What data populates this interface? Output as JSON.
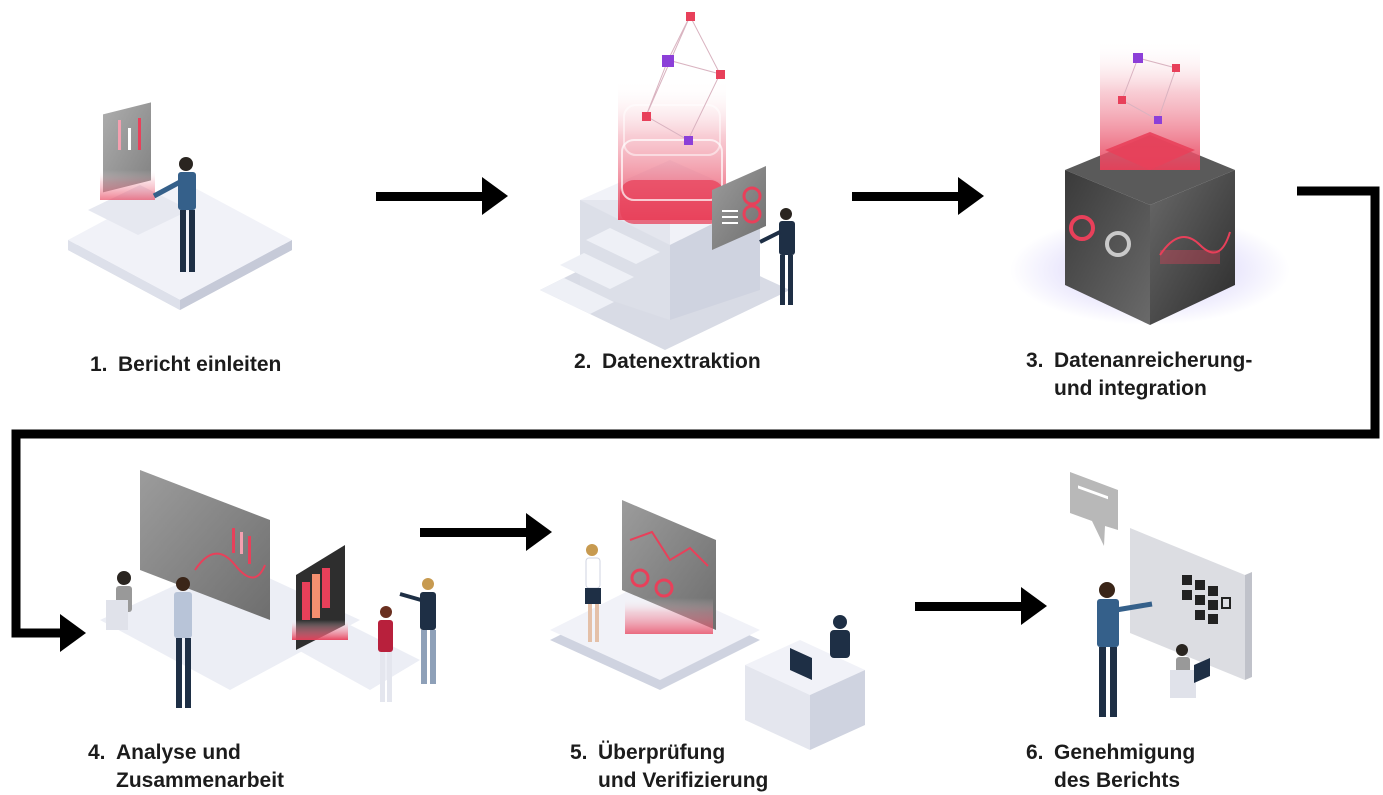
{
  "steps": [
    {
      "num": "1.",
      "lines": [
        "Bericht einleiten"
      ]
    },
    {
      "num": "2.",
      "lines": [
        "Datenextraktion"
      ]
    },
    {
      "num": "3.",
      "lines": [
        "Datenanreicherung-",
        "und integration"
      ]
    },
    {
      "num": "4.",
      "lines": [
        "Analyse und",
        "Zusammenarbeit"
      ]
    },
    {
      "num": "5.",
      "lines": [
        "Überprüfung",
        "und Verifizierung"
      ]
    },
    {
      "num": "6.",
      "lines": [
        "Genehmigung",
        "des Berichts"
      ]
    }
  ],
  "colors": {
    "arrow": "#000000",
    "accent": "#e8405a",
    "accent_dark": "#b8203c",
    "platform": "#eef0f6",
    "platform_side": "#cfd3e0",
    "screen": "#8a8a8a",
    "person_dark": "#1e2f45",
    "person_shirt": "#35608a",
    "text": "#1c1c1c"
  }
}
